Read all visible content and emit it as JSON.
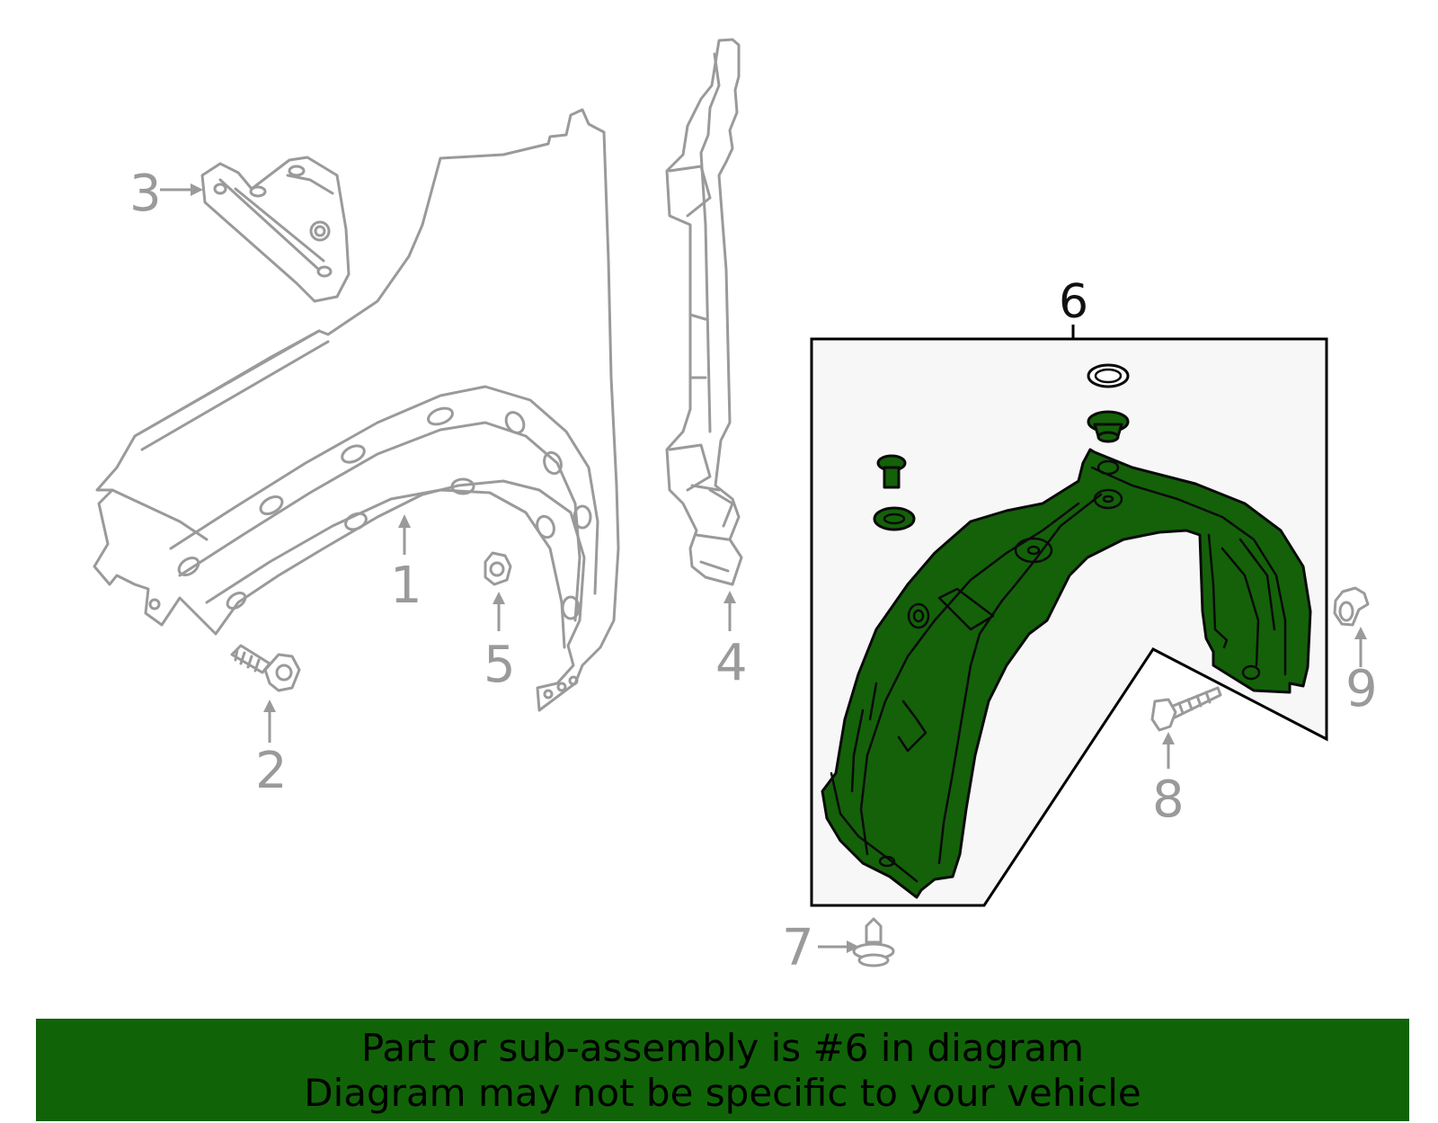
{
  "callouts": {
    "c1": "1",
    "c2": "2",
    "c3": "3",
    "c4": "4",
    "c5": "5",
    "c6": "6",
    "c7": "7",
    "c8": "8",
    "c9": "9"
  },
  "highlighted_part": "6",
  "colors": {
    "highlight": "#14610a",
    "banner": "#116308",
    "callout_gray": "#9a9a9a",
    "panel_bg": "#f7f7f7"
  },
  "banner": {
    "line1": "Part or sub-assembly is #6 in diagram",
    "line2": "Diagram may not be specific to your vehicle"
  }
}
